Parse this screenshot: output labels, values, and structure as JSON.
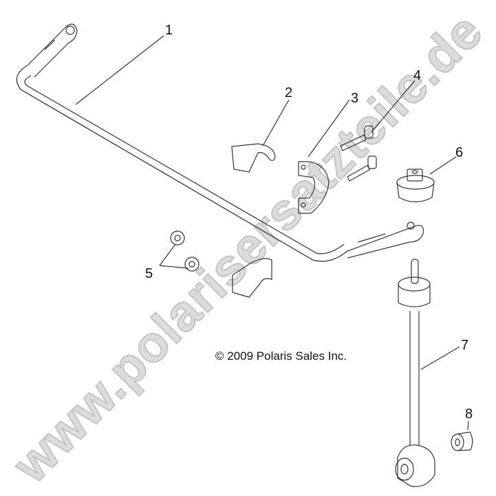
{
  "watermark": "www.polarisersatzteile.de",
  "copyright": "© 2009 Polaris Sales Inc.",
  "callouts": [
    {
      "num": "1",
      "part": "stabilizer-bar"
    },
    {
      "num": "2",
      "part": "bushing-block"
    },
    {
      "num": "3",
      "part": "bushing-clamp-bracket"
    },
    {
      "num": "4",
      "part": "bolt"
    },
    {
      "num": "5",
      "part": "flange-nut"
    },
    {
      "num": "6",
      "part": "nut-with-bushing"
    },
    {
      "num": "7",
      "part": "link-rod"
    },
    {
      "num": "8",
      "part": "spacer-bushing"
    }
  ],
  "colors": {
    "line": "#333333",
    "watermark": "#dcdcdc",
    "background": "#ffffff"
  }
}
